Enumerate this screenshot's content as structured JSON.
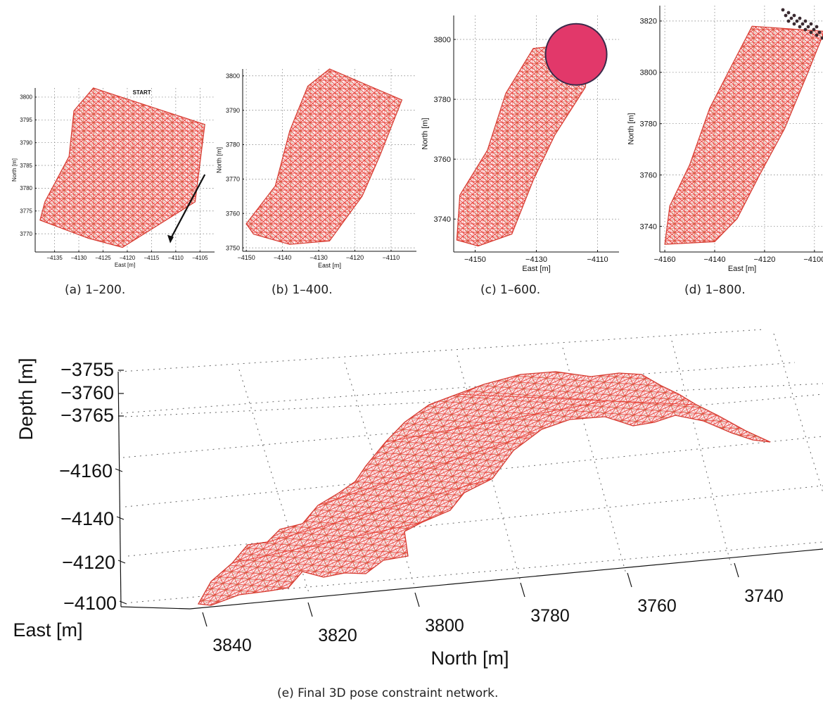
{
  "chart_data": [
    {
      "id": "a",
      "type": "scatter",
      "caption": "(a) 1–200.",
      "xlabel": "East [m]",
      "ylabel": "North [m]",
      "xticks": [
        -4135,
        -4130,
        -4125,
        -4120,
        -4115,
        -4110,
        -4105
      ],
      "yticks": [
        3800,
        3795,
        3790,
        3785,
        3780,
        3775,
        3770
      ],
      "xlim": [
        -4139,
        -4102
      ],
      "ylim": [
        3766,
        3802
      ],
      "grid": true,
      "annotation": "START",
      "polygon": [
        [
          -4137,
          3777
        ],
        [
          -4132,
          3787
        ],
        [
          -4131,
          3797
        ],
        [
          -4127,
          3802
        ],
        [
          -4104,
          3794
        ],
        [
          -4106,
          3777
        ],
        [
          -4121,
          3767
        ],
        [
          -4128,
          3769
        ],
        [
          -4138,
          3773
        ]
      ]
    },
    {
      "id": "b",
      "type": "scatter",
      "caption": "(b) 1–400.",
      "xlabel": "East [m]",
      "ylabel": "North [m]",
      "xticks": [
        -4150,
        -4140,
        -4130,
        -4120,
        -4110
      ],
      "yticks": [
        3800,
        3790,
        3780,
        3770,
        3760,
        3750
      ],
      "xlim": [
        -4151,
        -4103
      ],
      "ylim": [
        3749,
        3802
      ],
      "grid": true,
      "polygon": [
        [
          -4150,
          3757
        ],
        [
          -4142,
          3768
        ],
        [
          -4138,
          3784
        ],
        [
          -4133,
          3797
        ],
        [
          -4127,
          3802
        ],
        [
          -4107,
          3793
        ],
        [
          -4113,
          3777
        ],
        [
          -4118,
          3765
        ],
        [
          -4127,
          3752
        ],
        [
          -4138,
          3751
        ],
        [
          -4148,
          3754
        ]
      ]
    },
    {
      "id": "c",
      "type": "scatter",
      "caption": "(c) 1–600.",
      "xlabel": "East [m]",
      "ylabel": "North [m]",
      "xticks": [
        -4150,
        -4130,
        -4110
      ],
      "yticks": [
        3800,
        3780,
        3760,
        3740
      ],
      "xlim": [
        -4157,
        -4103
      ],
      "ylim": [
        3729,
        3808
      ],
      "grid": true,
      "marker_circle": {
        "x": -4117,
        "y": 3795,
        "r": 10
      },
      "polygon": [
        [
          -4156,
          3733
        ],
        [
          -4155,
          3748
        ],
        [
          -4146,
          3763
        ],
        [
          -4140,
          3782
        ],
        [
          -4131,
          3797
        ],
        [
          -4112,
          3799
        ],
        [
          -4114,
          3784
        ],
        [
          -4124,
          3768
        ],
        [
          -4131,
          3753
        ],
        [
          -4138,
          3735
        ],
        [
          -4149,
          3731
        ]
      ]
    },
    {
      "id": "d",
      "type": "scatter",
      "caption": "(d) 1–800.",
      "xlabel": "East [m]",
      "ylabel": "North [m]",
      "xticks": [
        -4160,
        -4140,
        -4120,
        -4100
      ],
      "yticks": [
        3820,
        3800,
        3780,
        3760,
        3740
      ],
      "xlim": [
        -4162,
        -4096
      ],
      "ylim": [
        3730,
        3826
      ],
      "grid": true,
      "polygon": [
        [
          -4160,
          3733
        ],
        [
          -4158,
          3748
        ],
        [
          -4150,
          3764
        ],
        [
          -4142,
          3786
        ],
        [
          -4133,
          3803
        ],
        [
          -4125,
          3818
        ],
        [
          -4096,
          3816
        ],
        [
          -4103,
          3799
        ],
        [
          -4112,
          3778
        ],
        [
          -4122,
          3760
        ],
        [
          -4131,
          3743
        ],
        [
          -4140,
          3734
        ]
      ]
    },
    {
      "id": "e",
      "type": "scatter",
      "caption": "(e) Final 3D pose constraint network.",
      "xlabel": "North [m]",
      "ylabel": "East [m]",
      "zlabel": "Depth [m]",
      "xticks": [
        3840,
        3820,
        3800,
        3780,
        3760,
        3740
      ],
      "yticks": [
        -4160,
        -4140,
        -4120,
        -4100
      ],
      "zticks": [
        -3755,
        -3760,
        -3765
      ],
      "grid": true
    }
  ]
}
